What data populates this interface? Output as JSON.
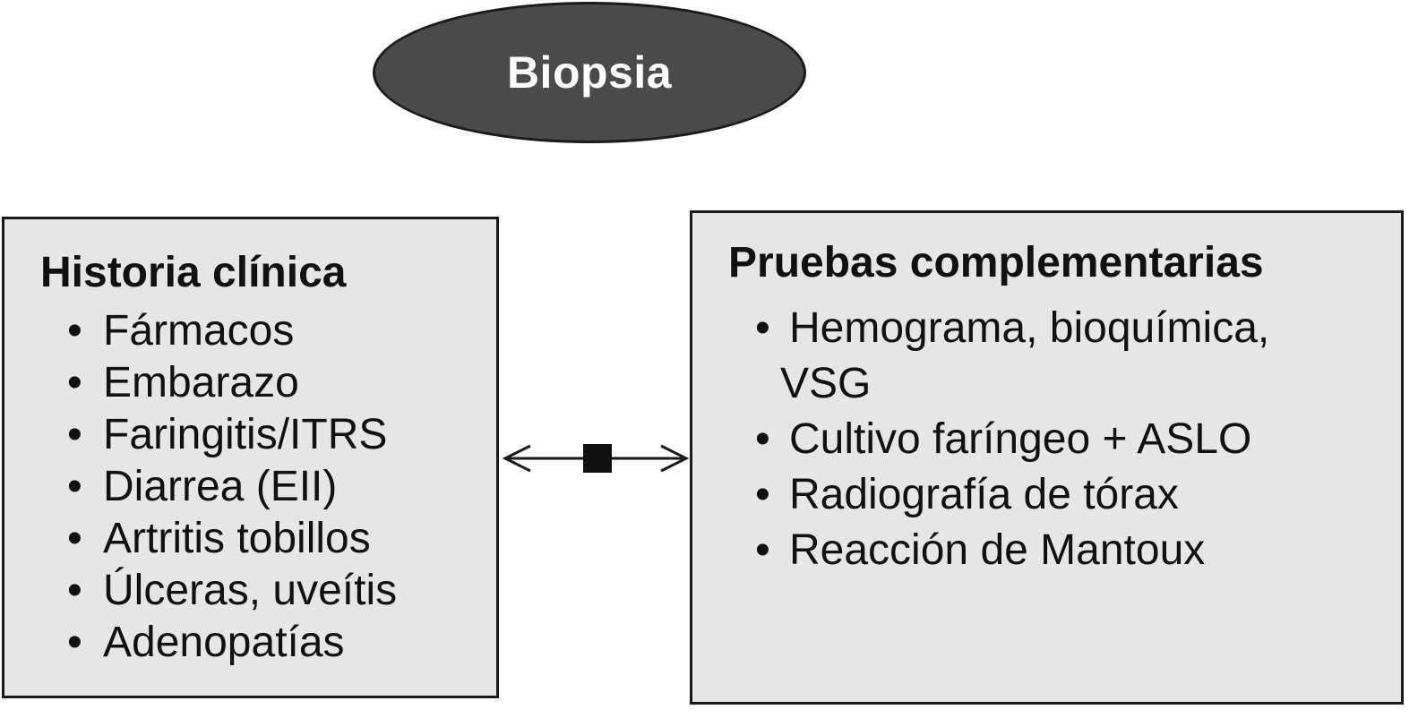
{
  "diagram": {
    "center_node": {
      "label": "Biopsia"
    },
    "left_box": {
      "title": "Historia clínica",
      "items": [
        "Fármacos",
        "Embarazo",
        "Faringitis/ITRS",
        "Diarrea (EII)",
        "Artritis tobillos",
        "Úlceras, uveítis",
        "Adenopatías"
      ]
    },
    "right_box": {
      "title": "Pruebas complementarias",
      "items": [
        {
          "line1": "Hemograma, bioquímica,",
          "line2": "VSG"
        },
        {
          "line1": "Cultivo faríngeo + ASLO"
        },
        {
          "line1": "Radiografía de tórax"
        },
        {
          "line1": "Reacción de Mantoux"
        }
      ]
    },
    "bullet_char": "•",
    "colors": {
      "box_fill": "#e6e6e6",
      "ellipse_fill": "#4a4a4a",
      "stroke": "#1a1a1a",
      "ellipse_text": "#ffffff"
    }
  }
}
